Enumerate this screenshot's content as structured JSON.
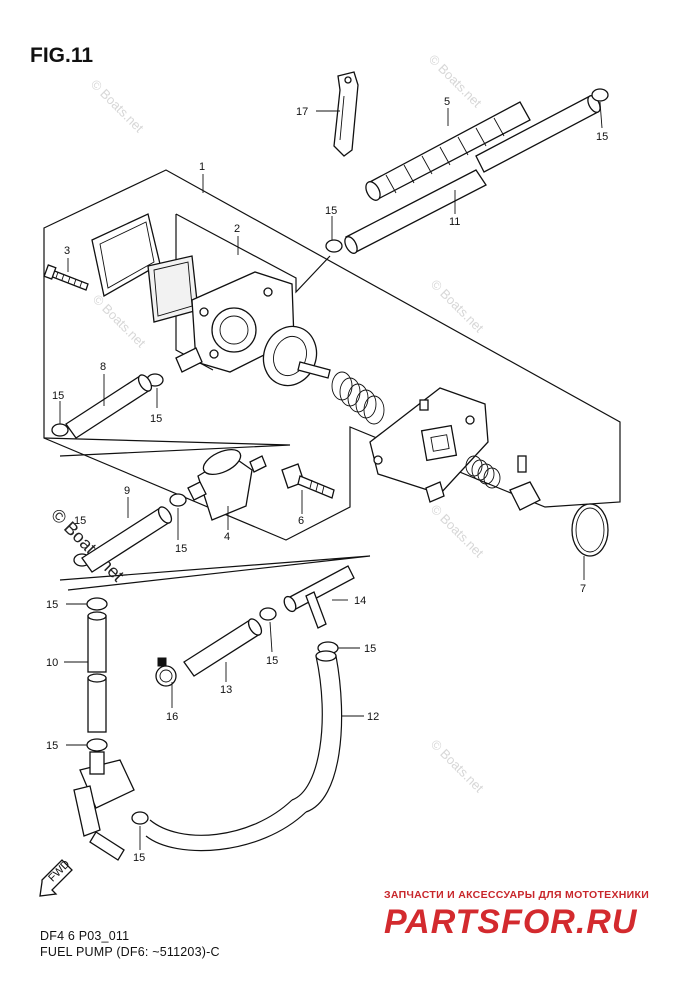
{
  "figure": {
    "title": "FIG.11"
  },
  "caption": {
    "code": "DF4 6 P03_011",
    "name": "FUEL PUMP (DF6: ~511203)-C"
  },
  "arrow_label": "FWD",
  "watermark": {
    "site": "© Boats.net",
    "site_short": "Boats.net"
  },
  "brand": {
    "line": "ЗАПЧАСТИ И АКСЕССУАРЫ ДЛЯ МОТОТЕХНИКИ",
    "logo": "PARTSFOR.RU"
  },
  "parts": [
    {
      "ref": "1"
    },
    {
      "ref": "2"
    },
    {
      "ref": "3"
    },
    {
      "ref": "4"
    },
    {
      "ref": "5"
    },
    {
      "ref": "6"
    },
    {
      "ref": "7"
    },
    {
      "ref": "8"
    },
    {
      "ref": "9"
    },
    {
      "ref": "10"
    },
    {
      "ref": "11"
    },
    {
      "ref": "12"
    },
    {
      "ref": "13"
    },
    {
      "ref": "14"
    },
    {
      "ref": "15"
    },
    {
      "ref": "16"
    },
    {
      "ref": "17"
    }
  ]
}
